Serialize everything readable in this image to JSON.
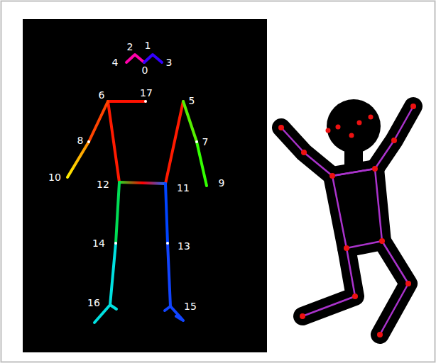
{
  "diagram": {
    "labels": [
      "2",
      "1",
      "4",
      "0",
      "3",
      "6",
      "17",
      "5",
      "8",
      "7",
      "10",
      "12",
      "11",
      "9",
      "14",
      "13",
      "16",
      "15"
    ]
  }
}
